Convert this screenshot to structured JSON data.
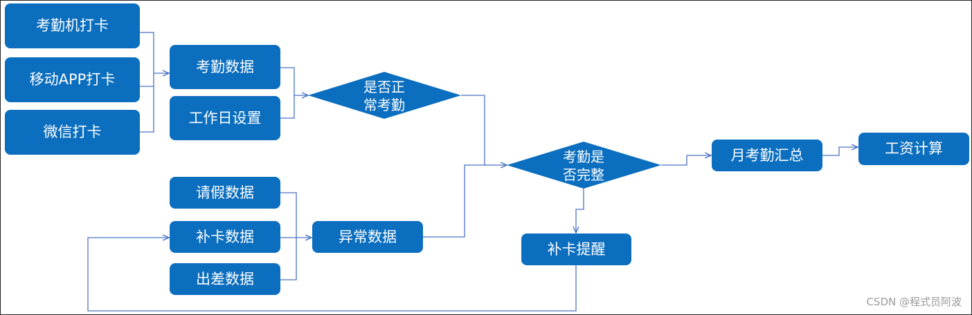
{
  "flowchart": {
    "nodes": {
      "clock_in_machine": "考勤机打卡",
      "mobile_app_clock_in": "移动APP打卡",
      "wechat_clock_in": "微信打卡",
      "attendance_data": "考勤数据",
      "workday_settings": "工作日设置",
      "is_normal_attendance": "是否正\n常考勤",
      "leave_data": "请假数据",
      "card_supplement_data": "补卡数据",
      "business_trip_data": "出差数据",
      "abnormal_data": "异常数据",
      "is_attendance_complete": "考勤是\n否完整",
      "card_supplement_reminder": "补卡提醒",
      "monthly_attendance_summary": "月考勤汇总",
      "salary_calculation": "工资计算"
    },
    "watermark": "CSDN @程式员阿波"
  },
  "colors": {
    "node_fill": "#0b6ebf",
    "connector": "#4a72c4",
    "node_text": "#ffffff"
  }
}
